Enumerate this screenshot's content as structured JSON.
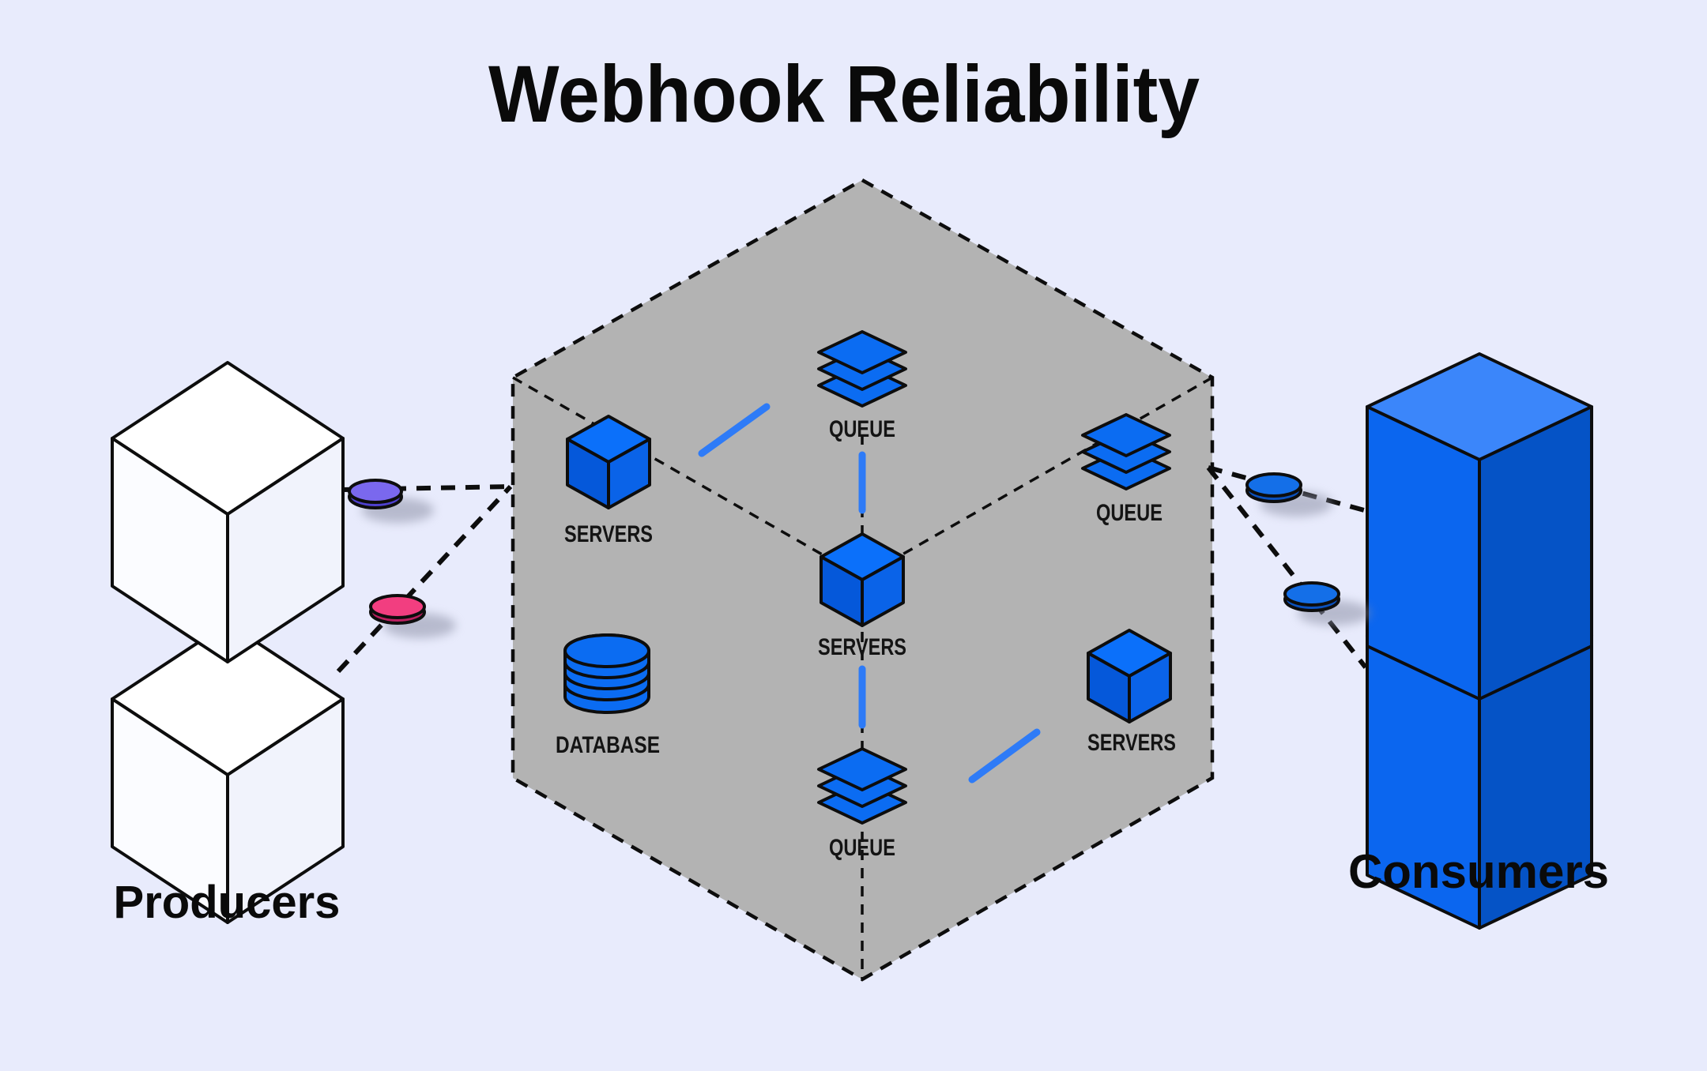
{
  "title": "Webhook Reliability",
  "groups": {
    "producers": "Producers",
    "consumers": "Consumers"
  },
  "system": {
    "servers_left": "SERVERS",
    "queue_top": "QUEUE",
    "queue_right": "QUEUE",
    "servers_center": "SERVERS",
    "database": "DATABASE",
    "servers_right": "SERVERS",
    "queue_bottom": "QUEUE"
  },
  "colors": {
    "background": "#e8ebfc",
    "hexagon_fill": "#b3b3b3",
    "outline": "#0d0d0d",
    "ink": "#0a0a0a",
    "cube_top": "#0b70fa",
    "cube_left": "#0558da",
    "cube_right": "#0a63e8",
    "big_top": "#3b86fa",
    "big_left": "#0b66ef",
    "big_right": "#0553c6",
    "producer_top": "#ffffff",
    "producer_left": "#fbfcff",
    "producer_right": "#f1f3fc",
    "icon_blue": "#0b6cf2",
    "link_blue": "#2e7bf7",
    "dot_purple": "#7a68ee",
    "dot_purple_dark": "#4f41cf",
    "dot_pink": "#f23e80",
    "dot_pink_dark": "#bb2060",
    "dot_blue": "#146fe8",
    "dot_blue_dark": "#0b51bd",
    "shadow": "#8f93a8"
  }
}
